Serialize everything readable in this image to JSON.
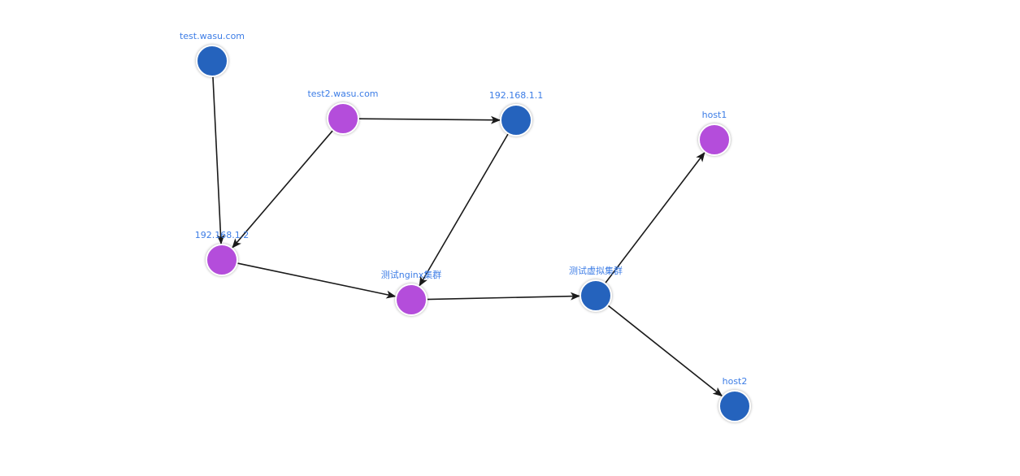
{
  "colors": {
    "blue_node": "#2563bd",
    "purple_node": "#b44ddb",
    "label": "#3d7de6",
    "edge": "#1a1a1a"
  },
  "nodes": [
    {
      "id": "n1",
      "label": "test.wasu.com",
      "color": "blue"
    },
    {
      "id": "n2",
      "label": "test2.wasu.com",
      "color": "purple"
    },
    {
      "id": "n3",
      "label": "192.168.1.1",
      "color": "blue"
    },
    {
      "id": "n4",
      "label": "192.168.1.2",
      "color": "purple"
    },
    {
      "id": "n5",
      "label": "测试nginx集群",
      "color": "purple"
    },
    {
      "id": "n6",
      "label": "测试虚拟集群",
      "color": "blue"
    },
    {
      "id": "n7",
      "label": "host1",
      "color": "purple"
    },
    {
      "id": "n8",
      "label": "host2",
      "color": "blue"
    }
  ],
  "edges": [
    {
      "from": "n1",
      "to": "n4"
    },
    {
      "from": "n2",
      "to": "n4"
    },
    {
      "from": "n2",
      "to": "n3"
    },
    {
      "from": "n3",
      "to": "n5"
    },
    {
      "from": "n4",
      "to": "n5"
    },
    {
      "from": "n5",
      "to": "n6"
    },
    {
      "from": "n6",
      "to": "n7"
    },
    {
      "from": "n6",
      "to": "n8"
    }
  ]
}
